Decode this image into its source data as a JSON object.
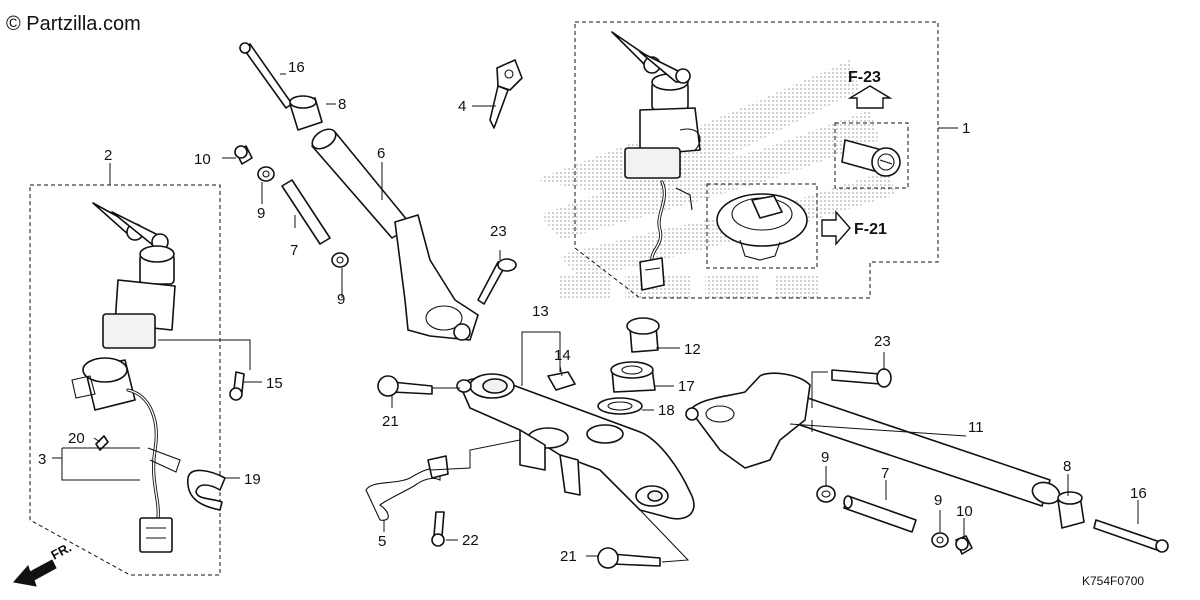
{
  "watermark": "© Partzilla.com",
  "diagram_code": "K754F0700",
  "front_marker": "FR.",
  "references": {
    "upper": "F-23",
    "right": "F-21"
  },
  "callouts": [
    {
      "id": "c1",
      "label": "1"
    },
    {
      "id": "c2",
      "label": "2"
    },
    {
      "id": "c3",
      "label": "3"
    },
    {
      "id": "c4",
      "label": "4"
    },
    {
      "id": "c5",
      "label": "5"
    },
    {
      "id": "c6",
      "label": "6"
    },
    {
      "id": "c7a",
      "label": "7"
    },
    {
      "id": "c7b",
      "label": "7"
    },
    {
      "id": "c8a",
      "label": "8"
    },
    {
      "id": "c8b",
      "label": "8"
    },
    {
      "id": "c9a",
      "label": "9"
    },
    {
      "id": "c9b",
      "label": "9"
    },
    {
      "id": "c9c",
      "label": "9"
    },
    {
      "id": "c9d",
      "label": "9"
    },
    {
      "id": "c10a",
      "label": "10"
    },
    {
      "id": "c10b",
      "label": "10"
    },
    {
      "id": "c11",
      "label": "11"
    },
    {
      "id": "c12",
      "label": "12"
    },
    {
      "id": "c13",
      "label": "13"
    },
    {
      "id": "c14",
      "label": "14"
    },
    {
      "id": "c15",
      "label": "15"
    },
    {
      "id": "c16a",
      "label": "16"
    },
    {
      "id": "c16b",
      "label": "16"
    },
    {
      "id": "c17",
      "label": "17"
    },
    {
      "id": "c18",
      "label": "18"
    },
    {
      "id": "c19",
      "label": "19"
    },
    {
      "id": "c20",
      "label": "20"
    },
    {
      "id": "c21a",
      "label": "21"
    },
    {
      "id": "c21b",
      "label": "21"
    },
    {
      "id": "c22",
      "label": "22"
    },
    {
      "id": "c23a",
      "label": "23"
    },
    {
      "id": "c23b",
      "label": "23"
    }
  ]
}
